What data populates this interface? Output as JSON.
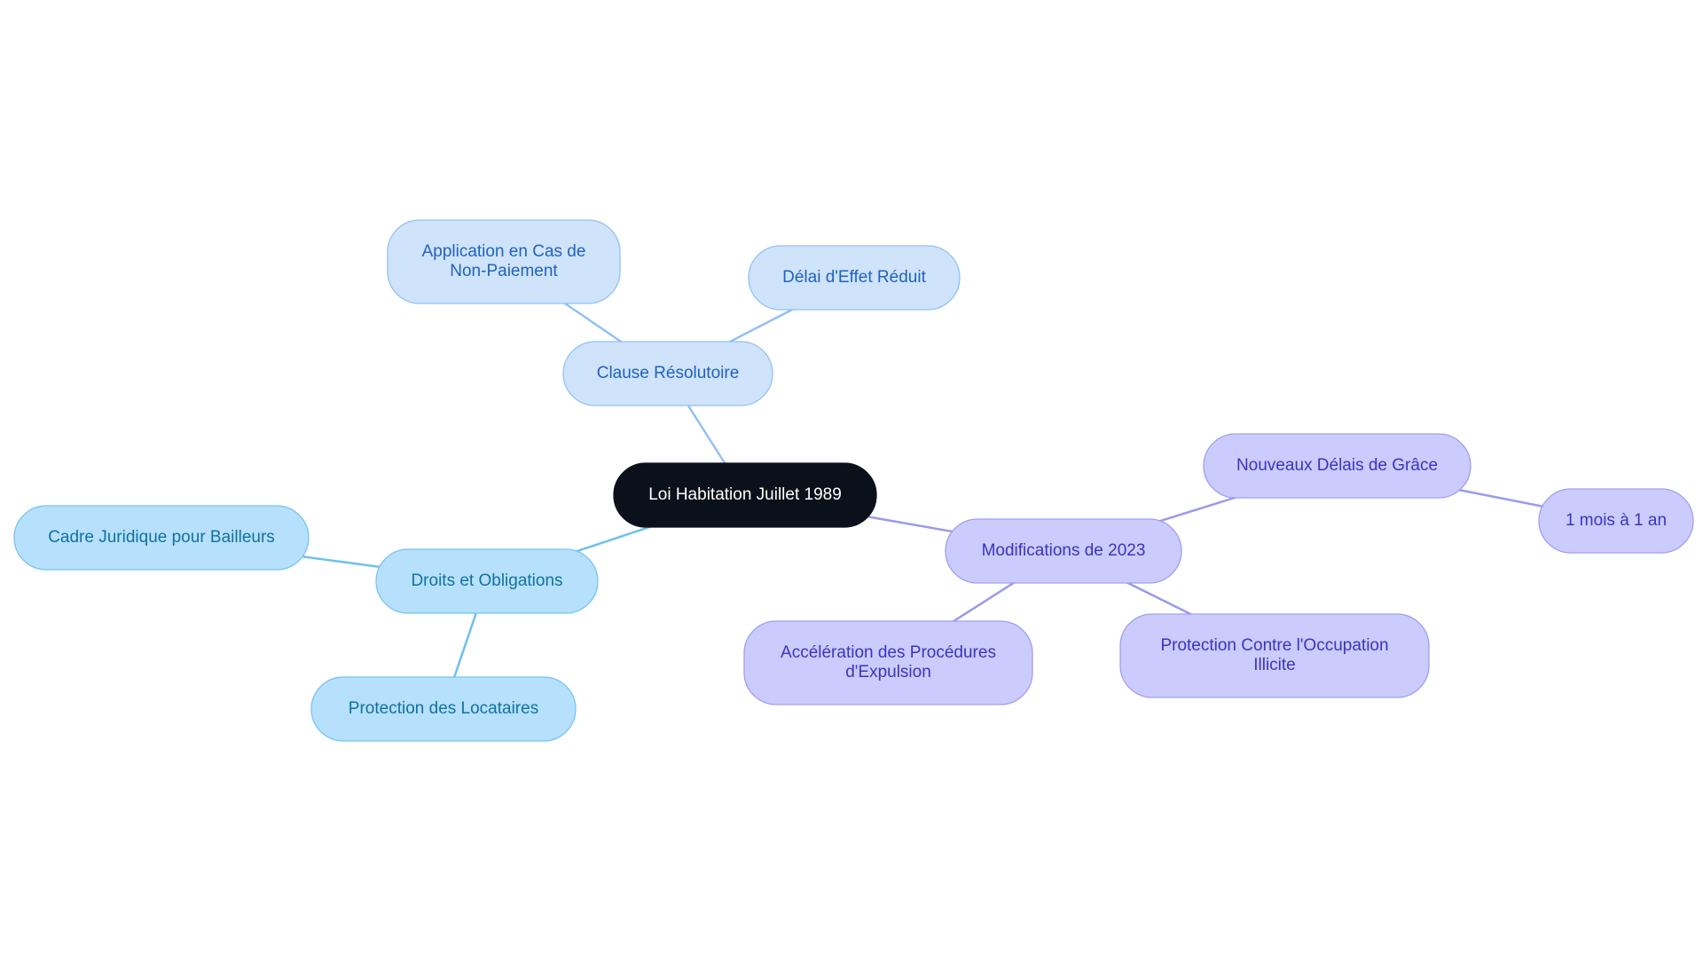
{
  "mindmap": {
    "root": {
      "label": "Loi Habitation Juillet 1989",
      "fill": "#0b111b",
      "text_color": "#ffffff"
    },
    "branches": [
      {
        "id": "clause",
        "label": "Clause Résolutoire",
        "colors": {
          "fill": "#cfe3fb",
          "stroke": "#93c1f3",
          "text": "#1f63be",
          "edge": "#93c1f3"
        },
        "children": [
          {
            "id": "application",
            "label_lines": [
              "Application en Cas de",
              "Non-Paiement"
            ]
          },
          {
            "id": "delai",
            "label_lines": [
              "Délai d'Effet Réduit"
            ]
          }
        ]
      },
      {
        "id": "droits",
        "label": "Droits et Obligations",
        "colors": {
          "fill": "#b6e0fc",
          "stroke": "#78c4f0",
          "text": "#11729f",
          "edge": "#6ec0ef"
        },
        "children": [
          {
            "id": "cadre",
            "label_lines": [
              "Cadre Juridique pour Bailleurs"
            ]
          },
          {
            "id": "protection-loc",
            "label_lines": [
              "Protection des Locataires"
            ]
          }
        ]
      },
      {
        "id": "modifs",
        "label": "Modifications de 2023",
        "colors": {
          "fill": "#cbcbfd",
          "stroke": "#9f9fef",
          "text": "#3b34bf",
          "edge": "#9b9beb"
        },
        "children": [
          {
            "id": "nouveaux",
            "label_lines": [
              "Nouveaux Délais de Grâce"
            ],
            "children": [
              {
                "id": "mois",
                "label_lines": [
                  "1 mois à 1 an"
                ]
              }
            ]
          },
          {
            "id": "acceleration",
            "label_lines": [
              "Accélération des Procédures",
              "d'Expulsion"
            ]
          },
          {
            "id": "protection-occ",
            "label_lines": [
              "Protection Contre l'Occupation",
              "Illicite"
            ]
          }
        ]
      }
    ]
  }
}
